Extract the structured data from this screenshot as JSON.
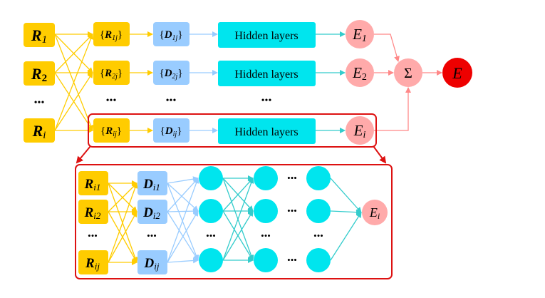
{
  "colors": {
    "input_fill": "#FFCC00",
    "input_arrow": "#FFCC00",
    "descriptor_fill": "#99CCFF",
    "descriptor_arrow": "#99CCFF",
    "hidden_fill": "#00E5EE",
    "hidden_arrow": "#33CCCC",
    "energy_fill": "#FFAAAA",
    "energy_arrow": "#FF8888",
    "total_fill": "#EE0000",
    "highlight_border": "#DD1111"
  },
  "top": {
    "inputs": [
      {
        "base": "R",
        "sub": "1"
      },
      {
        "base": "R",
        "sub": "2"
      },
      {
        "base": "R",
        "sub": "i"
      }
    ],
    "sets": [
      {
        "open": "{",
        "base": "R",
        "sub": "1j",
        "close": "}"
      },
      {
        "open": "{",
        "base": "R",
        "sub": "2j",
        "close": "}"
      },
      {
        "open": "{",
        "base": "R",
        "sub": "ij",
        "close": "}"
      }
    ],
    "descriptors": [
      {
        "open": "{",
        "base": "D",
        "sub": "1j",
        "close": "}"
      },
      {
        "open": "{",
        "base": "D",
        "sub": "2j",
        "close": "}"
      },
      {
        "open": "{",
        "base": "D",
        "sub": "ij",
        "close": "}"
      }
    ],
    "hidden_label": "Hidden layers",
    "energies": [
      {
        "base": "E",
        "sub": "1"
      },
      {
        "base": "E",
        "sub": "2"
      },
      {
        "base": "E",
        "sub": "i"
      }
    ],
    "sum_symbol": "Σ",
    "total": "E",
    "ellipsis": "•••"
  },
  "detail": {
    "inputs": [
      {
        "base": "R",
        "sub": "i1"
      },
      {
        "base": "R",
        "sub": "i2"
      },
      {
        "base": "R",
        "sub": "ij"
      }
    ],
    "descriptors": [
      {
        "base": "D",
        "sub": "i1"
      },
      {
        "base": "D",
        "sub": "i2"
      },
      {
        "base": "D",
        "sub": "ij"
      }
    ],
    "output": {
      "base": "E",
      "sub": "i"
    },
    "ellipsis": "•••"
  }
}
